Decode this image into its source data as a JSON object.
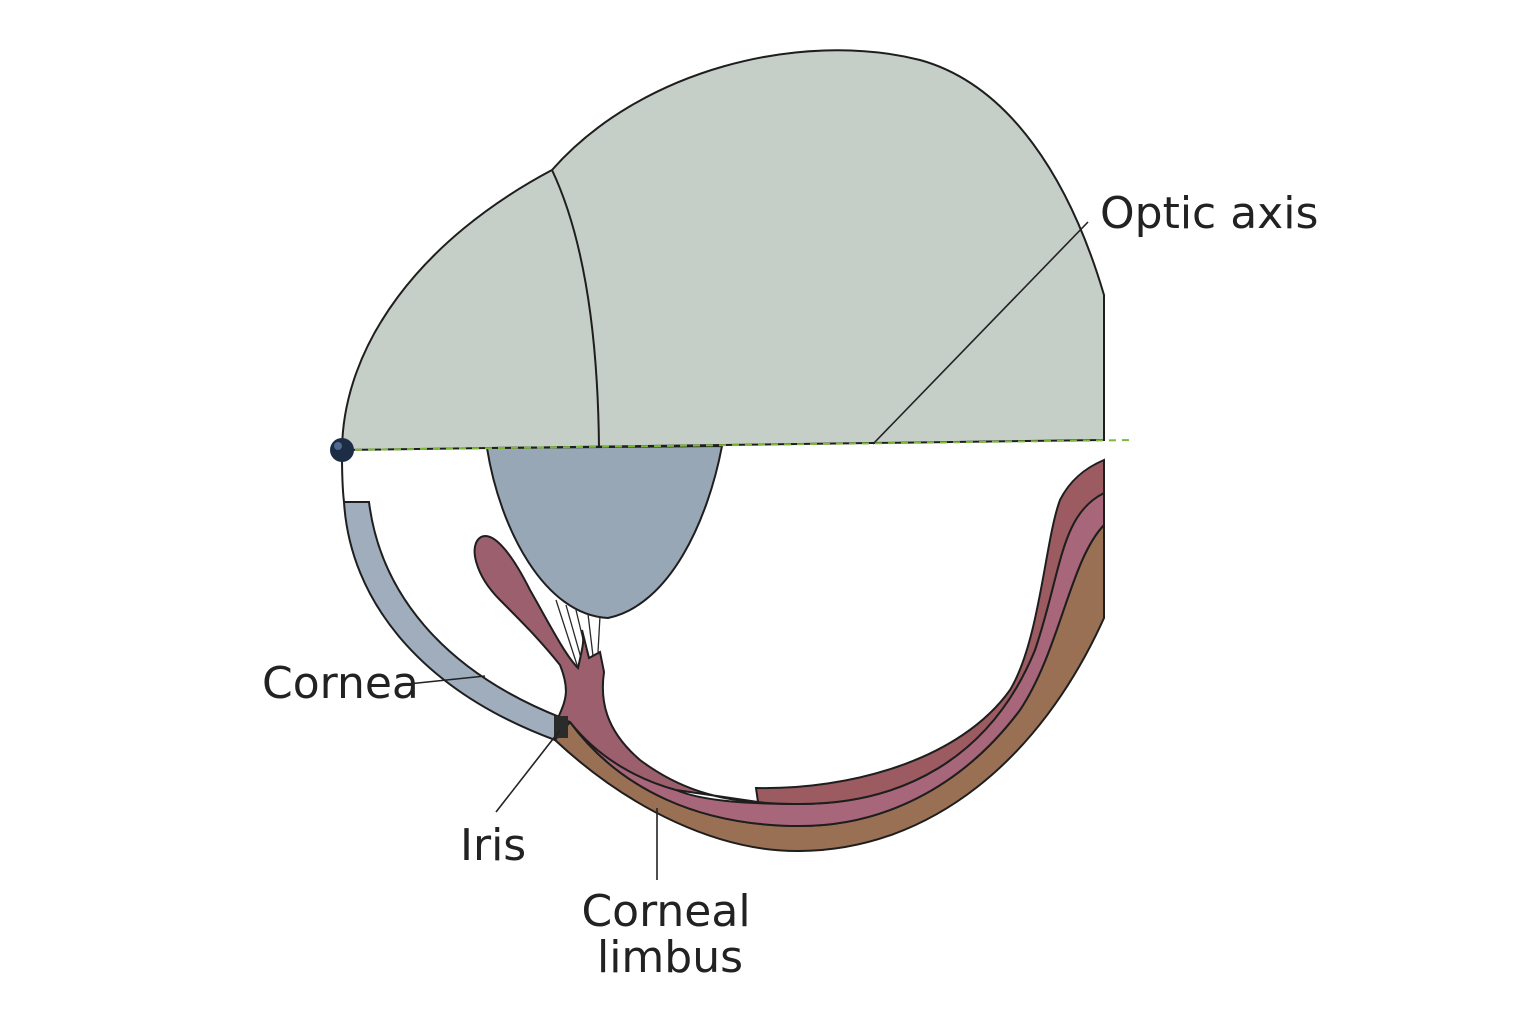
{
  "labels": {
    "optic_axis": "Optic axis",
    "cornea": "Cornea",
    "iris": "Iris",
    "corneal_limbus_line1": "Corneal",
    "corneal_limbus_line2": "limbus"
  },
  "colors": {
    "upper_globe": "#c6cfc7",
    "lens": "#97a7b6",
    "cornea_band": "#9fadbd",
    "iris_tissue": "#9c5f6d",
    "choroid_outer": "#9b5b60",
    "retina_band": "#a8667a",
    "sclera": "#9a7055",
    "axis_line": "#7cb83a",
    "pole_dot": "#1c2d45",
    "text": "#222222"
  }
}
